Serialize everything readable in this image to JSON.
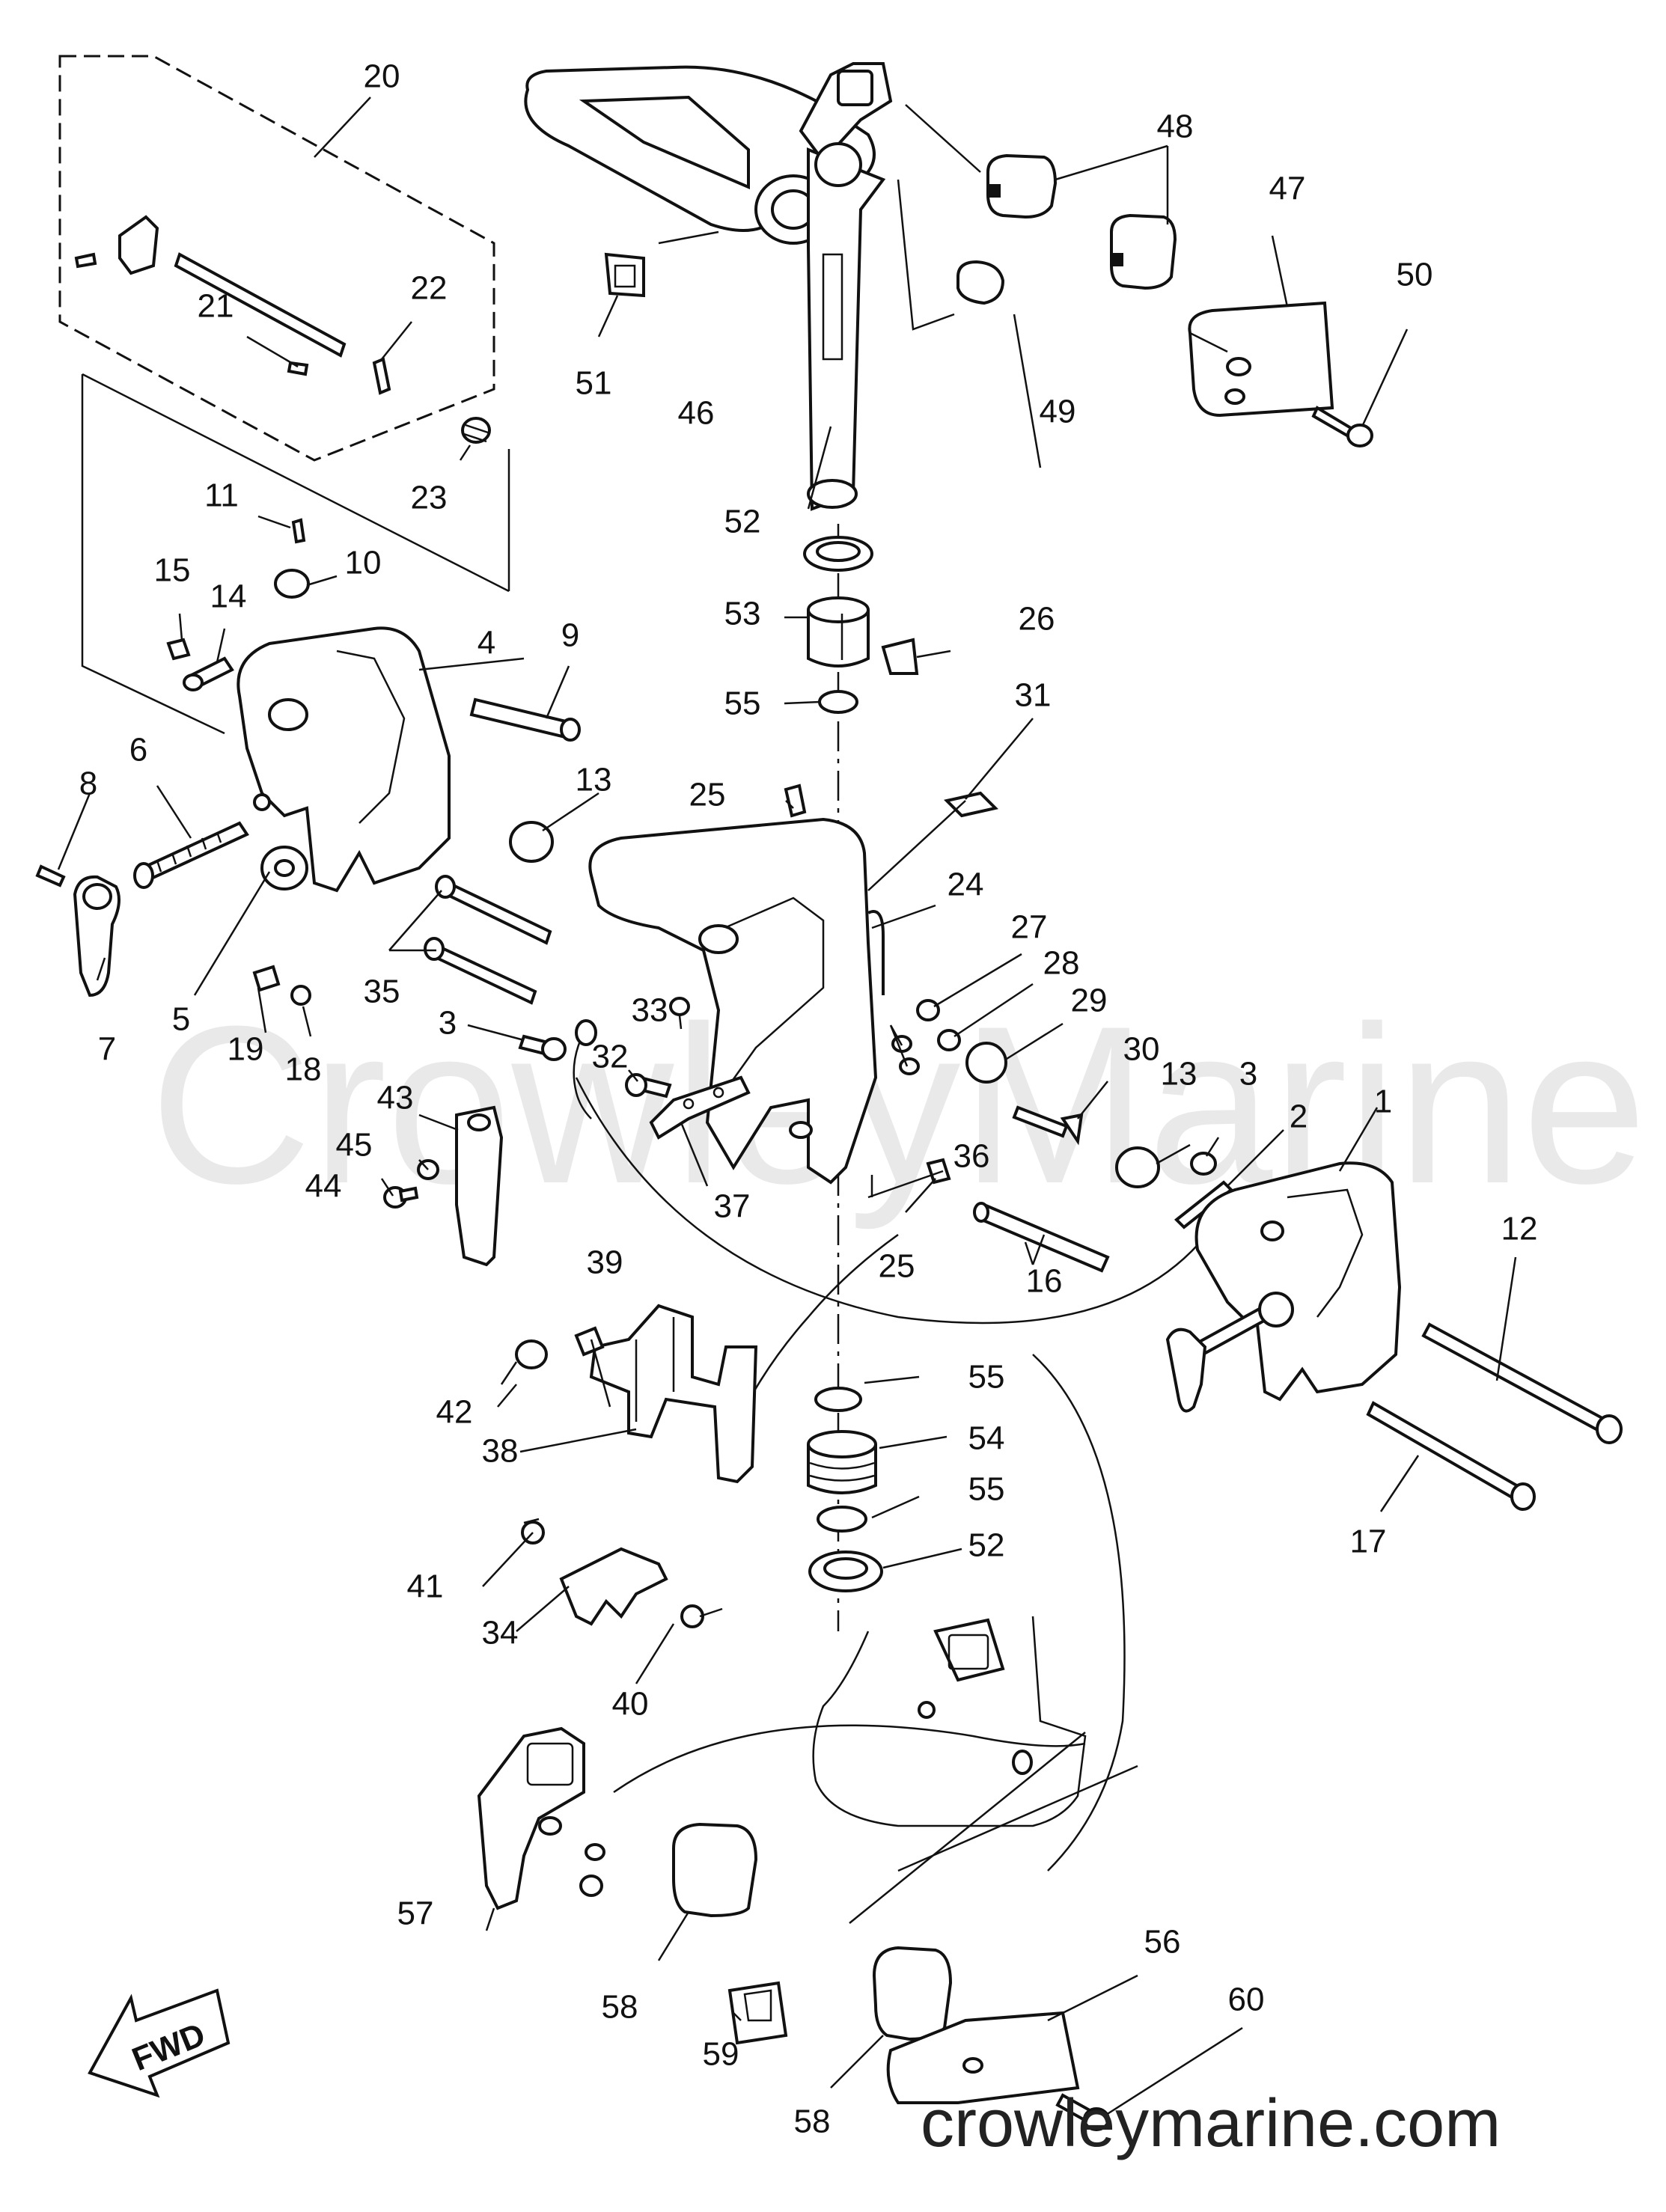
{
  "watermark": "CrowleyMarine",
  "footer_url": "crowleymarine.com",
  "fwd_label": "FWD",
  "callouts": [
    "1",
    "2",
    "3",
    "3",
    "4",
    "5",
    "6",
    "7",
    "8",
    "9",
    "10",
    "11",
    "12",
    "13",
    "13",
    "14",
    "15",
    "16",
    "17",
    "18",
    "19",
    "20",
    "21",
    "22",
    "23",
    "24",
    "25",
    "25",
    "26",
    "27",
    "28",
    "29",
    "30",
    "31",
    "32",
    "33",
    "34",
    "35",
    "36",
    "37",
    "38",
    "39",
    "40",
    "41",
    "42",
    "43",
    "44",
    "45",
    "46",
    "47",
    "48",
    "49",
    "50",
    "51",
    "52",
    "52",
    "53",
    "54",
    "55",
    "55",
    "55",
    "56",
    "57",
    "58",
    "58",
    "59",
    "60"
  ]
}
